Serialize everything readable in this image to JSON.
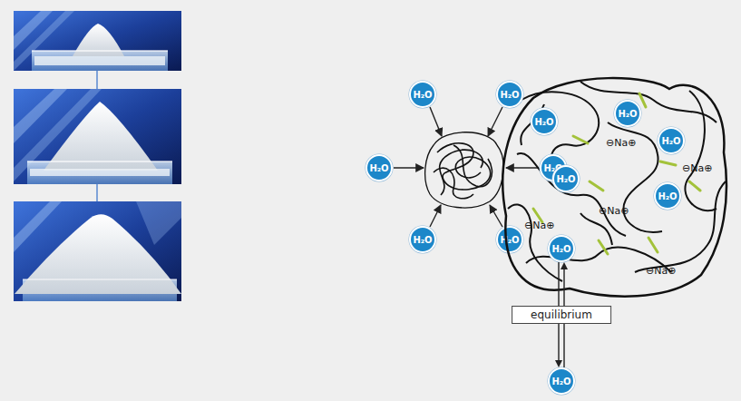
{
  "diagram": {
    "nodes": [
      {
        "text": [
          "H₂O"
        ]
      },
      {
        "text": [
          "H₂O"
        ]
      },
      {
        "text": [
          "H₂O"
        ]
      },
      {
        "text": [
          "H₂O"
        ]
      },
      {
        "text": [
          "H₂O"
        ]
      },
      {
        "text": [
          "H₂O"
        ]
      },
      {
        "text": [
          "⊖Na⊕",
          "⊖Na⊕",
          "⊖Na⊕",
          "⊖Na⊕",
          "⊖Na⊕"
        ]
      },
      {
        "text": [
          "H₂O"
        ],
        "in": 6
      },
      {
        "text": [
          "H₂O"
        ],
        "in": 6
      },
      {
        "text": [
          "H₂O"
        ],
        "in": 6
      },
      {
        "text": [
          "H₂O"
        ],
        "in": 6
      },
      {
        "text": [
          "H₂O"
        ],
        "in": 6
      },
      {
        "text": [
          "H₂O"
        ],
        "in": 6
      },
      {
        "text": [
          "H₂O"
        ]
      }
    ],
    "edges": [
      {
        "from": 12,
        "to": 13,
        "arrow": "both",
        "label": "equilibrium"
      }
    ]
  }
}
